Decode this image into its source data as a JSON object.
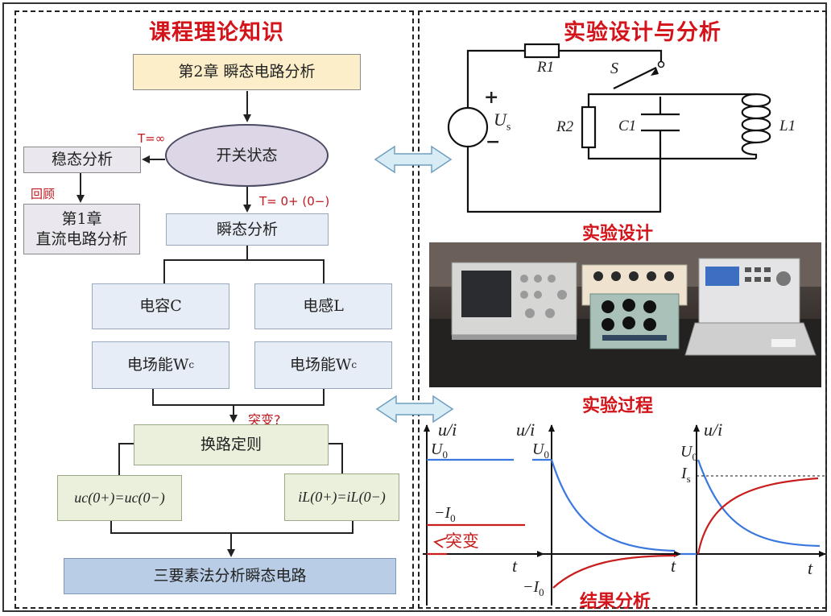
{
  "left_panel": {
    "title": "课程理论知识",
    "chapter2": "第2章 瞬态电路分析",
    "switch_state": "开关状态",
    "t_inf": "T=∞",
    "steady": "稳态分析",
    "review": "回顾",
    "chapter1_line1": "第1章",
    "chapter1_line2": "直流电路分析",
    "t_zero": "T= 0+ (0−)",
    "transient": "瞬态分析",
    "capacitor": "电容C",
    "inductor": "电感L",
    "field_energy_c": "电场能W",
    "field_energy_c_sub": "c",
    "field_energy_l": "电场能W",
    "field_energy_l_sub": "c",
    "sudden_q": "突变?",
    "switching_rule": "换路定则",
    "uc_rule": "uc(0+)=uc(0−)",
    "il_rule": "iL(0+)=iL(0−)",
    "three_element": "三要素法分析瞬态电路"
  },
  "right_panel": {
    "title": "实验设计与分析",
    "circuit": {
      "r1": "R1",
      "r2": "R2",
      "c1": "C1",
      "l1": "L1",
      "switch": "S",
      "source_label": "U",
      "source_sub": "s",
      "plus": "+",
      "minus": "−"
    },
    "design_caption": "实验设计",
    "process_caption": "实验过程",
    "result_caption": "结果分析",
    "graphs": {
      "ylabel": "u/i",
      "xlabel": "t",
      "u0": "U",
      "u0_sub": "0",
      "neg_i0": "−I",
      "neg_i0_sub": "0",
      "sudden": "突变",
      "is_label": "I",
      "is_sub": "s"
    }
  },
  "colors": {
    "title_red": "#d3141a",
    "curve_blue": "#3a78e0",
    "curve_red": "#c81e1e",
    "arrow_fill": "#d8ecf6",
    "arrow_stroke": "#6f9fbf"
  }
}
